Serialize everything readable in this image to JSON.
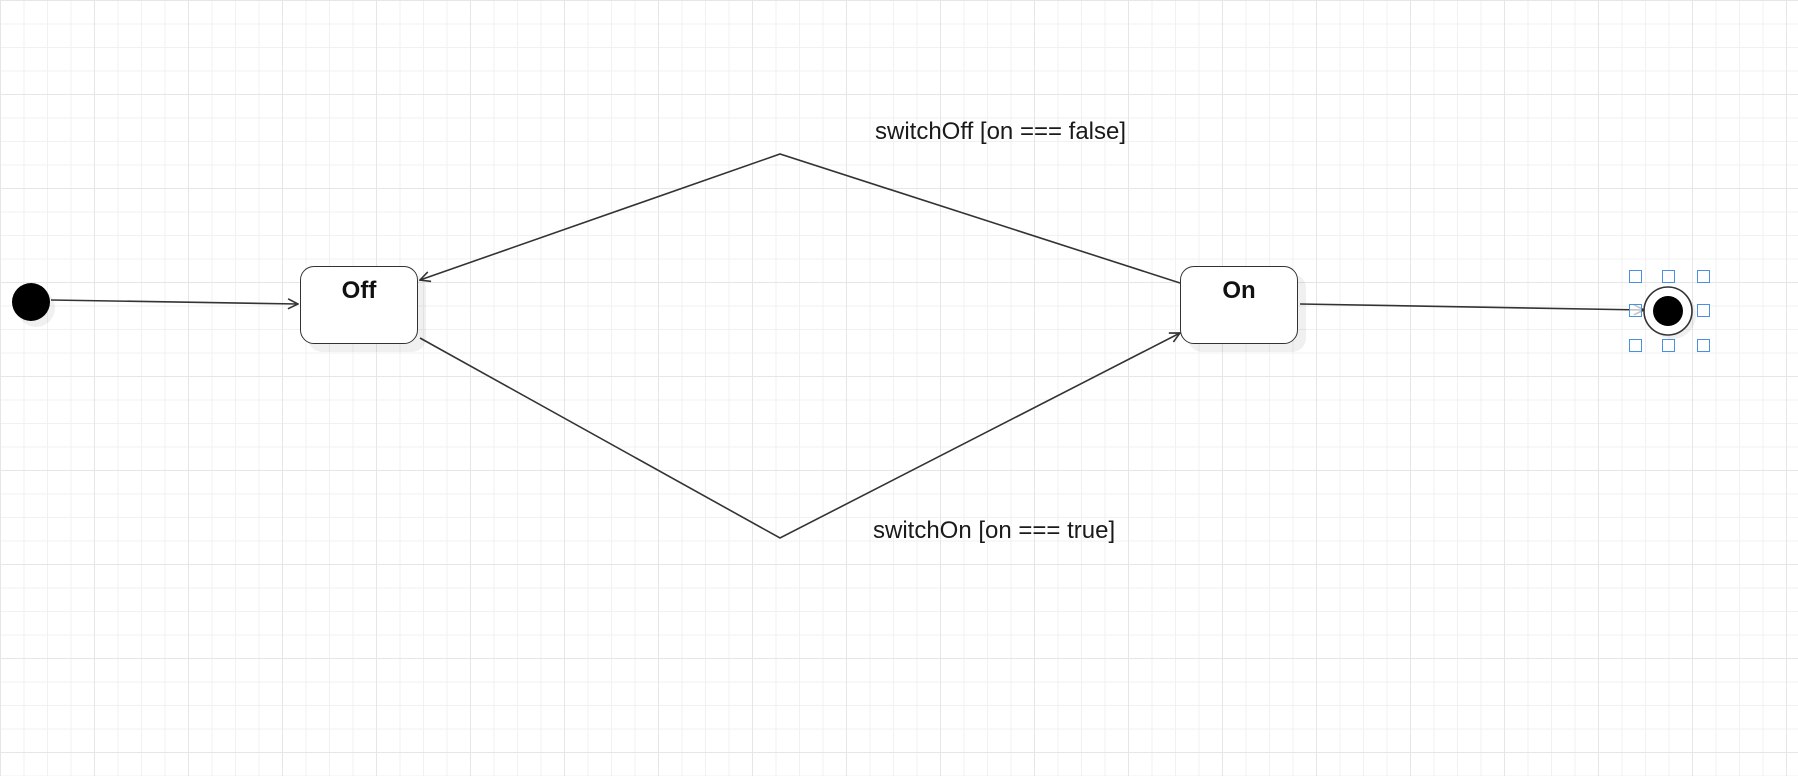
{
  "states": {
    "off": {
      "label": "Off"
    },
    "on": {
      "label": "On"
    }
  },
  "transitions": {
    "switch_off": {
      "label": "switchOff [on === false]"
    },
    "switch_on": {
      "label": "switchOn [on === true]"
    }
  },
  "colors": {
    "line": "#333333",
    "selection": "#4a90e2",
    "grid_major": "#e6e6e6",
    "grid_minor": "#f1f1f1"
  }
}
